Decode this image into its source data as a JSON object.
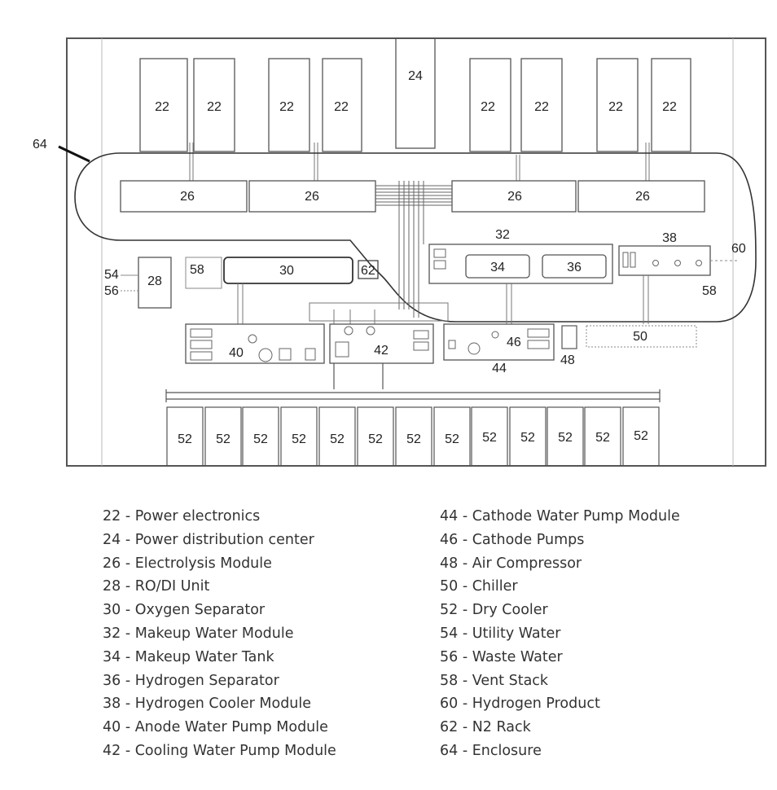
{
  "labels": {
    "power_electronics": "22",
    "power_distribution_center": "24",
    "electrolysis_module": "26",
    "ro_di_unit": "28",
    "oxygen_separator": "30",
    "makeup_water_module": "32",
    "makeup_water_tank": "34",
    "hydrogen_separator": "36",
    "hydrogen_cooler_module": "38",
    "anode_water_pump_module": "40",
    "cooling_water_pump_module": "42",
    "cathode_water_pump_module": "44",
    "cathode_pumps": "46",
    "air_compressor": "48",
    "chiller": "50",
    "dry_cooler": "52",
    "utility_water": "54",
    "waste_water": "56",
    "vent_stack": "58",
    "hydrogen_product": "60",
    "n2_rack": "62",
    "enclosure": "64"
  },
  "legend": {
    "left": [
      "22 - Power electronics",
      "24 - Power distribution center",
      "26 - Electrolysis Module",
      "28 - RO/DI Unit",
      "30 - Oxygen Separator",
      "32 - Makeup Water Module",
      "34 - Makeup Water Tank",
      "36 - Hydrogen Separator",
      "38 - Hydrogen Cooler Module",
      "40 - Anode Water Pump Module",
      "42 - Cooling Water Pump Module"
    ],
    "right": [
      "44 - Cathode Water Pump Module",
      "46 - Cathode Pumps",
      "48 - Air Compressor",
      "50 - Chiller",
      "52 - Dry Cooler",
      "54 - Utility Water",
      "56 - Waste Water",
      "58 - Vent Stack",
      "60 - Hydrogen Product",
      "62 - N2 Rack",
      "64 - Enclosure"
    ]
  },
  "colors": {
    "line": "#555555",
    "light_line": "#999999",
    "text": "#222222"
  }
}
